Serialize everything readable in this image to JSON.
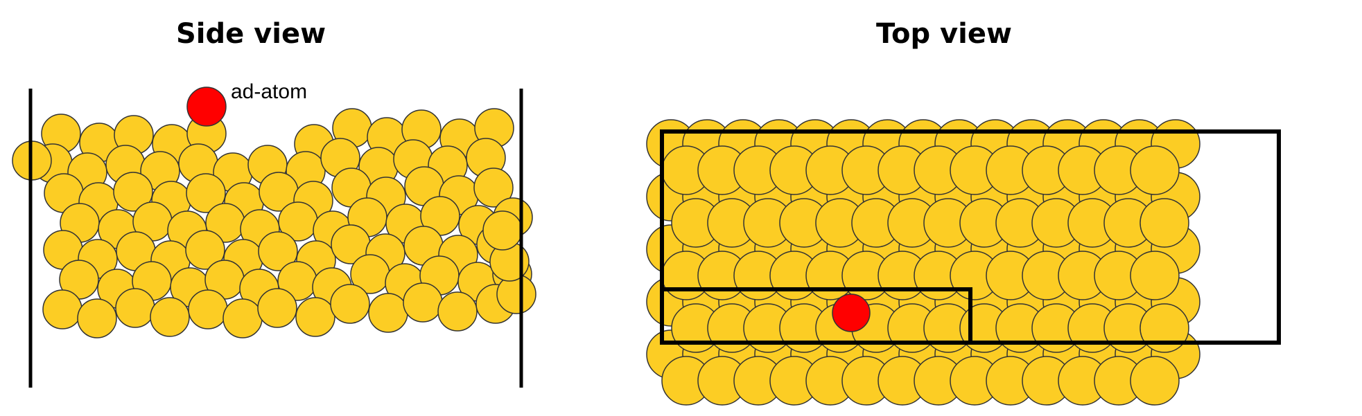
{
  "side_view": {
    "title": "Side view",
    "adatom_label": "ad-atom"
  },
  "top_view": {
    "title": "Top view"
  },
  "colors": {
    "gold_atom": "#FCCD24",
    "atom_outline": "#333333",
    "adatom": "#FF0000",
    "boundary": "#000000"
  }
}
